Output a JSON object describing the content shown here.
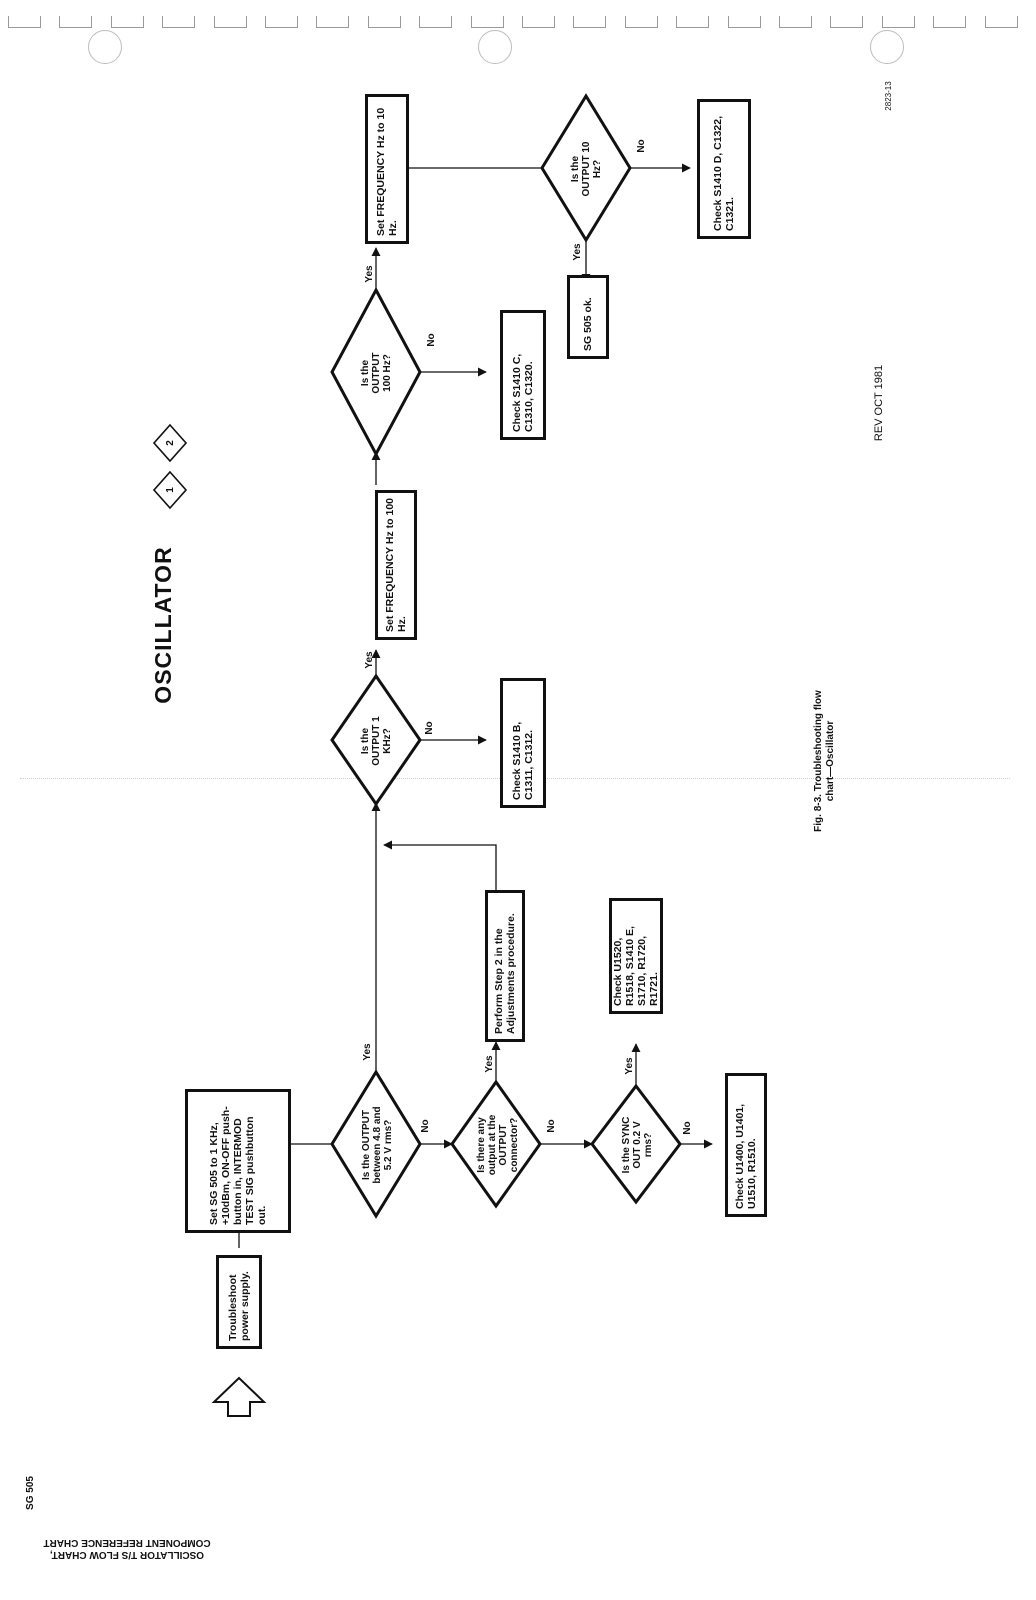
{
  "page": {
    "manual": "SG 505",
    "section_header_line1": "OSCILLATOR T/S FLOW CHART,",
    "section_header_line2": "COMPONENT REFERENCE CHART",
    "title": "OSCILLATOR",
    "step_badges": [
      "1",
      "2"
    ],
    "figure_caption_line1": "Fig. 8-3. Troubleshooting flow",
    "figure_caption_line2": "chart—Oscillator",
    "revision": "REV OCT 1981",
    "drawing_number": "2823-13"
  },
  "flow": {
    "start_arrow": "start-arrow",
    "troubleshoot_power": "Troubleshoot power supply.",
    "set_1khz": "Set SG 505 to 1 KHz, +10dBm, ON-OFF push-button in, INTERMOD TEST SIG pushbutton out.",
    "q_output_4_8": "Is the OUTPUT between 4.8 and 5.2 V rms?",
    "q_any_output": "Is there any output at the OUTPUT connector?",
    "q_sync": "Is the SYNC OUT 0.2 V rms?",
    "perform_step2": "Perform Step 2 in the Adjustments procedure.",
    "check_u1520": "Check U1520, R1518, S1410 E, S1710, R1720, R1721.",
    "check_u1400": "Check U1400, U1401, U1510, R1510.",
    "q_1khz": "Is the OUTPUT 1 KHz?",
    "check_s1410b": "Check S1410 B, C1311, C1312.",
    "set_100hz": "Set FREQUENCY Hz to 100 Hz.",
    "q_100hz": "Is the OUTPUT 100 Hz?",
    "check_s1410c": "Check S1410 C, C1310, C1320.",
    "set_10hz": "Set FREQUENCY Hz to 10 Hz.",
    "q_10hz": "Is the OUTPUT 10 Hz?",
    "sg505_ok": "SG 505 ok.",
    "check_s1410d": "Check S1410 D, C1322, C1321.",
    "yes": "Yes",
    "no": "No"
  }
}
